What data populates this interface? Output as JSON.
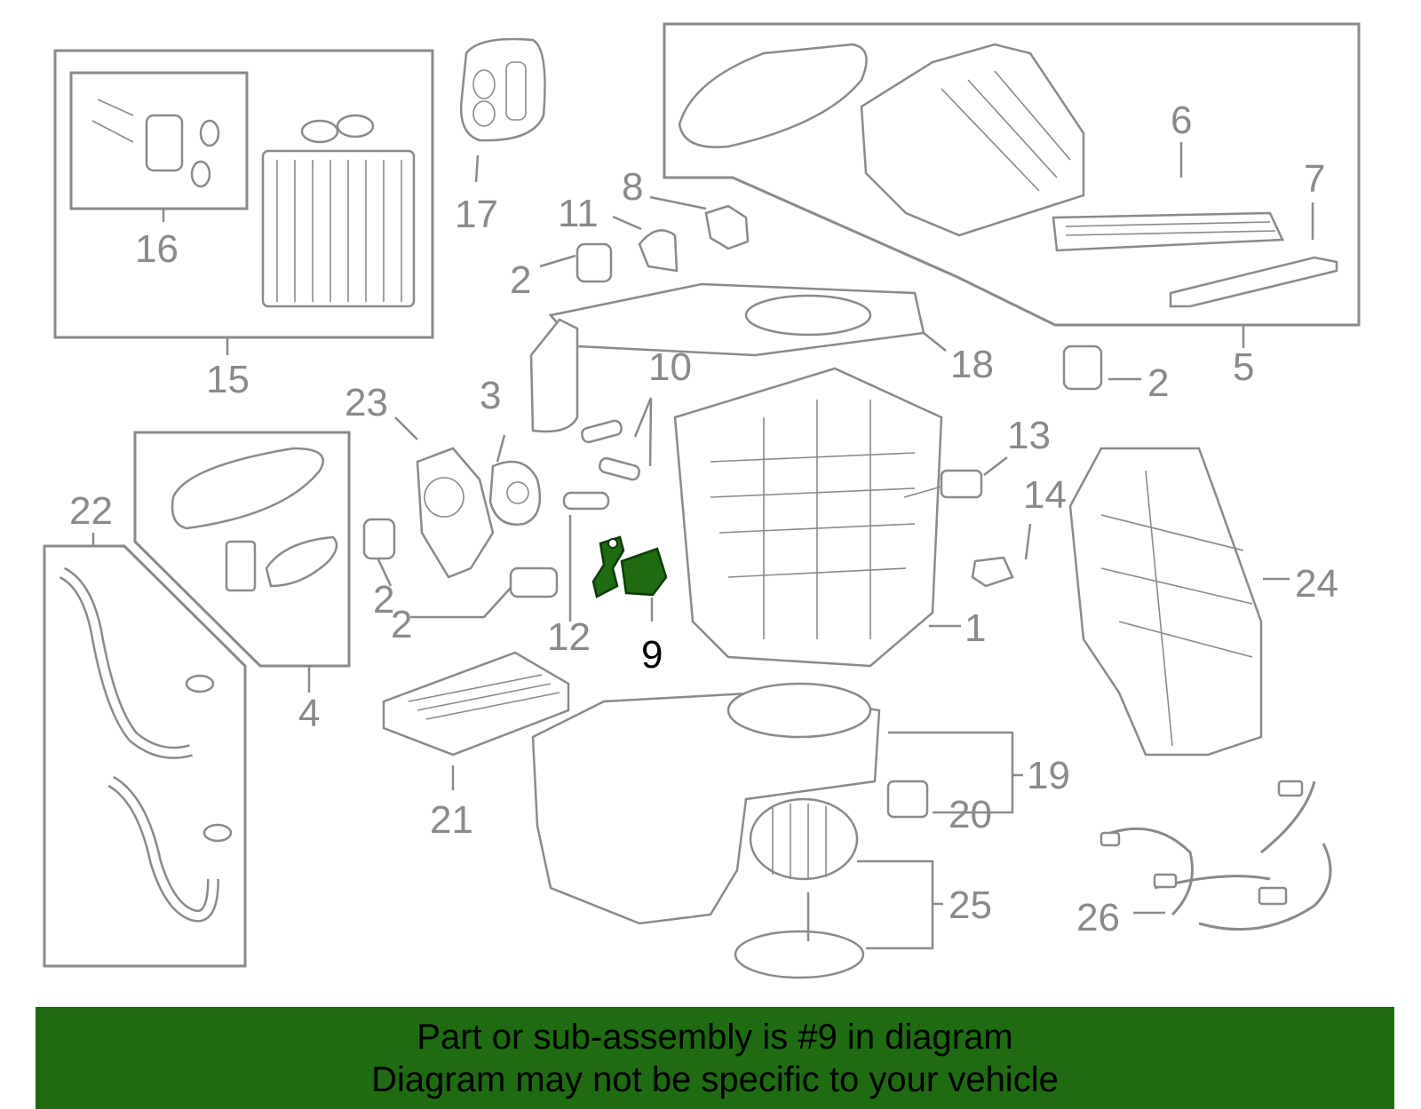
{
  "callouts": [
    "1",
    "2",
    "2",
    "2",
    "2",
    "3",
    "4",
    "5",
    "6",
    "7",
    "8",
    "9",
    "10",
    "11",
    "12",
    "13",
    "14",
    "15",
    "16",
    "17",
    "18",
    "19",
    "20",
    "21",
    "22",
    "23",
    "24",
    "25",
    "26"
  ],
  "highlighted_part": "9",
  "highlight_color": "#1e6b12",
  "banner": {
    "line1": "Part or sub-assembly is #9 in diagram",
    "line2": "Diagram may not be specific to your vehicle",
    "background": "#1e6b12"
  }
}
